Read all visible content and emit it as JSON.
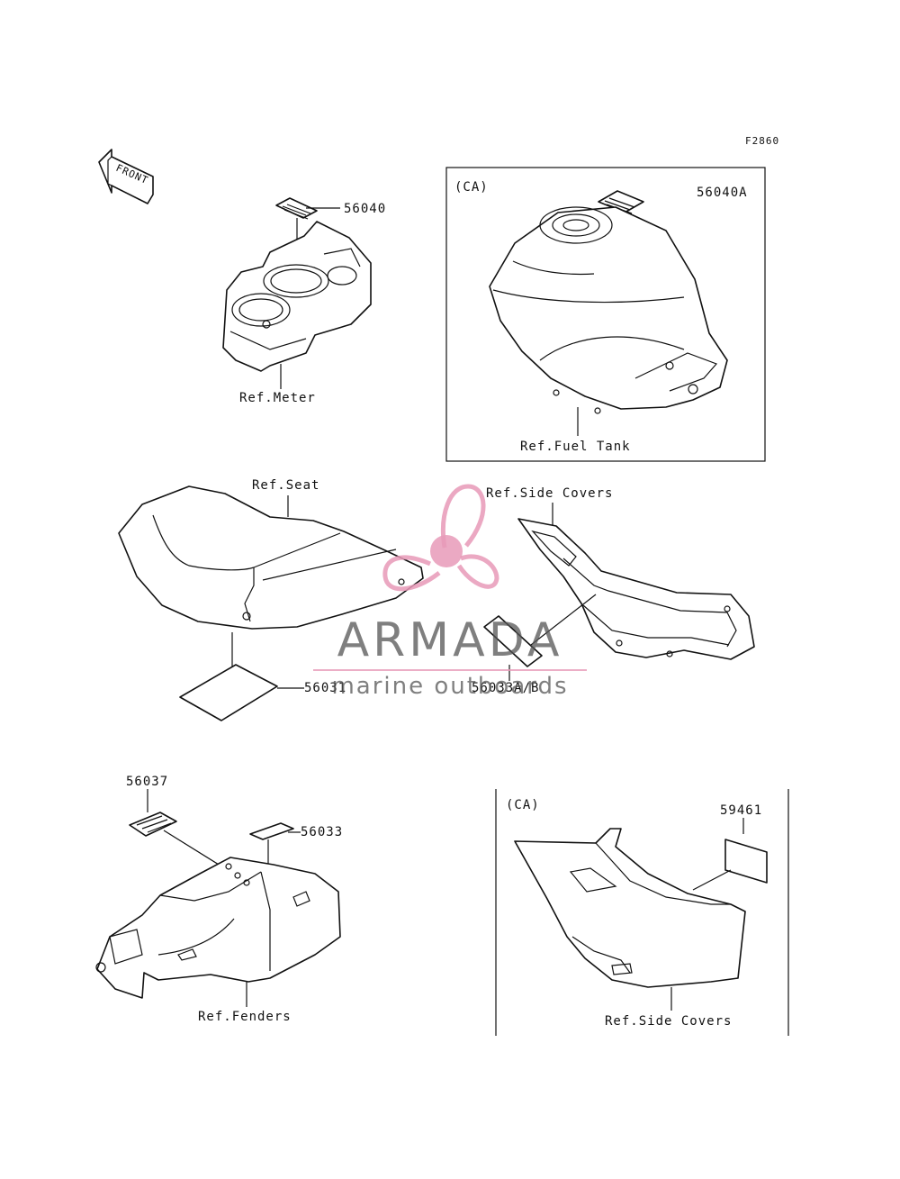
{
  "figure_code": "F2860",
  "front_label": "FRONT",
  "region_codes": {
    "fuel_tank": "(CA)",
    "side_cover_ca": "(CA)"
  },
  "parts": {
    "meter_label": "56040",
    "fuel_tank_label": "56040A",
    "seat_label": "56031",
    "side_cover_label": "56033A/B",
    "fender_label_left": "56037",
    "fender_label_right": "56033",
    "side_cover_ca_label": "59461"
  },
  "refs": {
    "meter": "Ref.Meter",
    "fuel_tank": "Ref.Fuel Tank",
    "seat": "Ref.Seat",
    "side_covers": "Ref.Side Covers",
    "fenders": "Ref.Fenders",
    "side_covers_ca": "Ref.Side Covers"
  },
  "watermark": {
    "brand": "ARMADA",
    "tagline": "marine outboards",
    "colors": {
      "logo": "#e89ab8",
      "text": "#555555"
    }
  }
}
